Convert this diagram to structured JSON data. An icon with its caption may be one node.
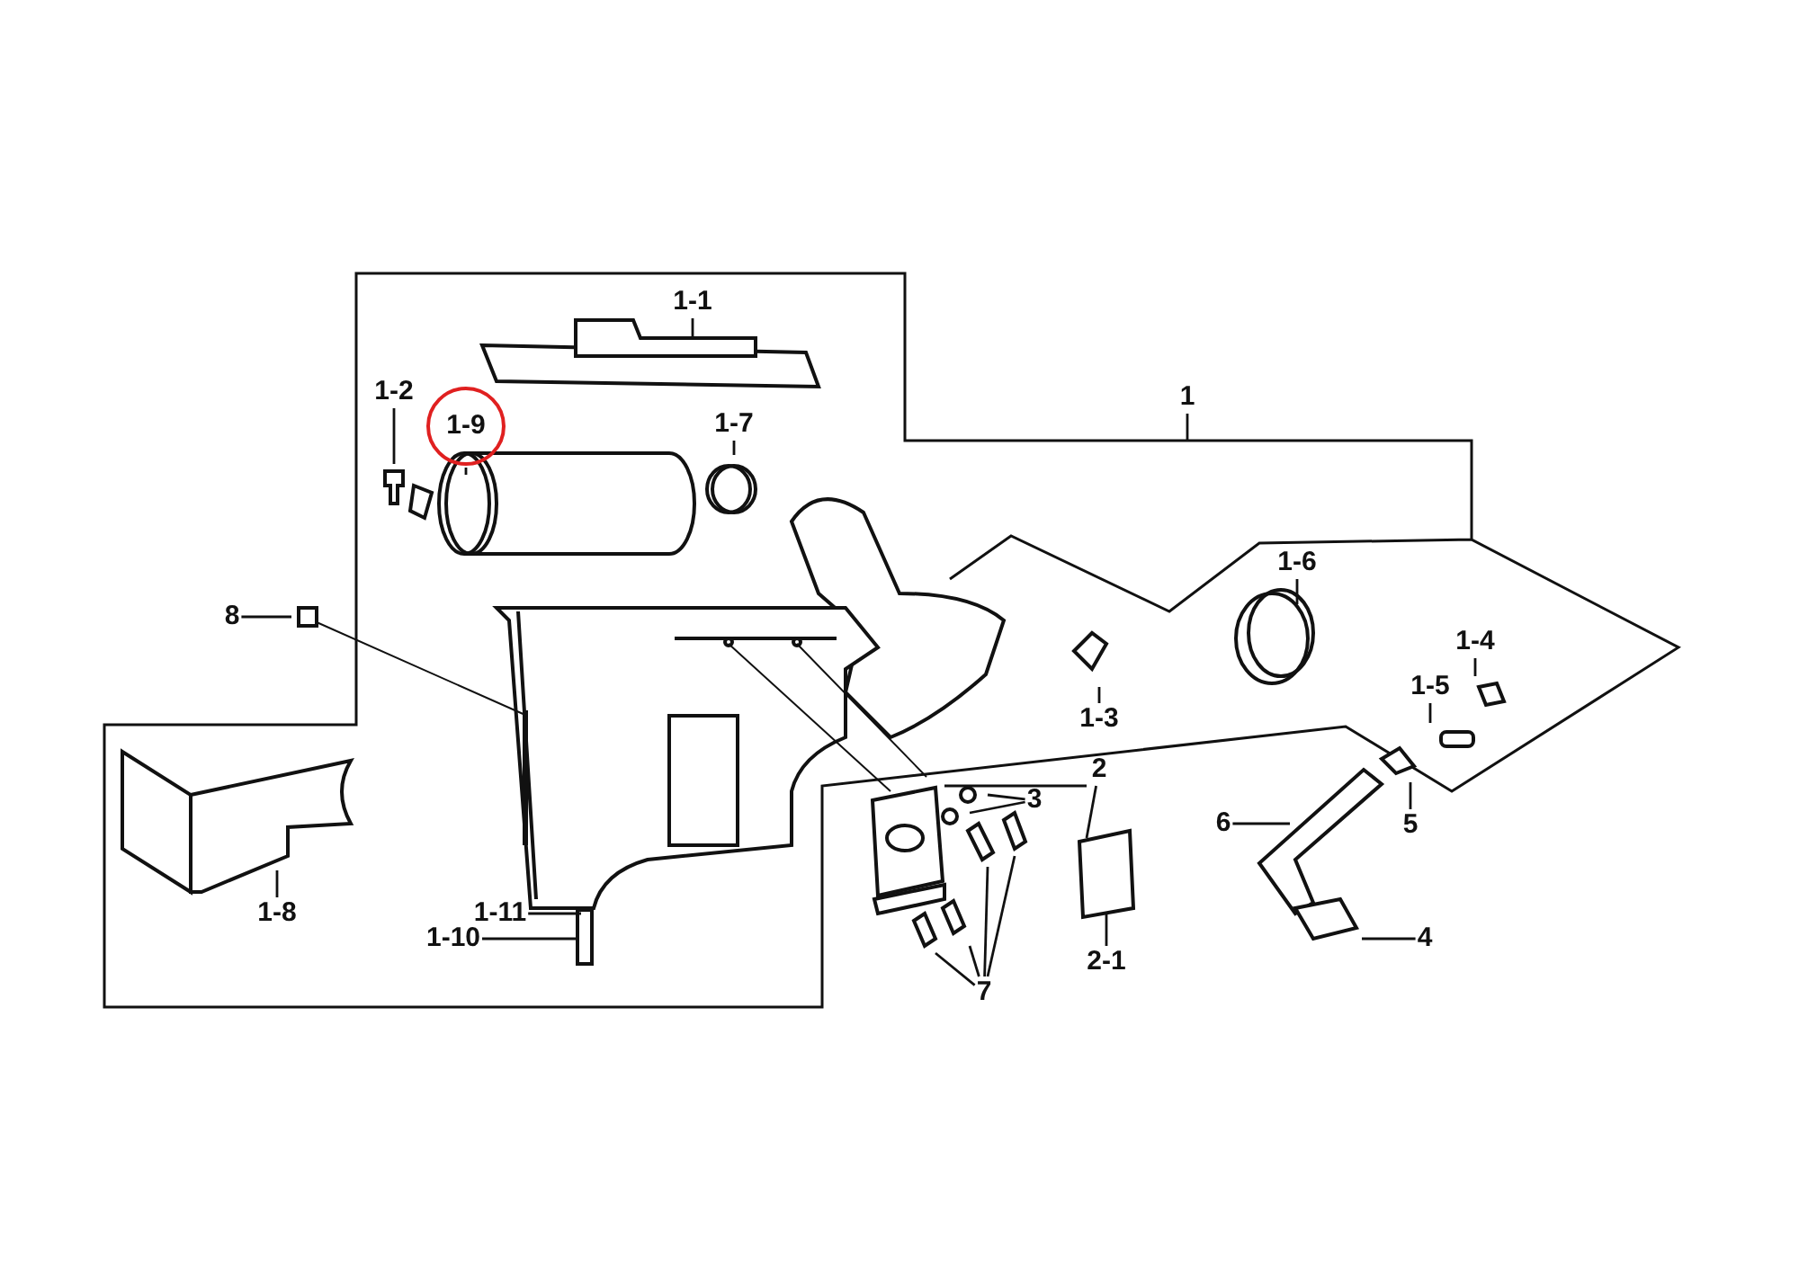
{
  "diagram": {
    "nodes": [
      {
        "text": [
          "1-1"
        ]
      },
      {
        "text": [
          "1"
        ]
      },
      {
        "text": [
          "1-2"
        ]
      },
      {
        "text": [
          "1-9"
        ]
      },
      {
        "text": [
          "1-7"
        ]
      },
      {
        "text": [
          "1-6"
        ]
      },
      {
        "text": [
          "8"
        ]
      },
      {
        "text": [
          "1-4"
        ]
      },
      {
        "text": [
          "1-5"
        ]
      },
      {
        "text": [
          "1-3"
        ]
      },
      {
        "text": [
          "3"
        ]
      },
      {
        "text": [
          "2"
        ]
      },
      {
        "text": [
          "6"
        ]
      },
      {
        "text": [
          "5"
        ]
      },
      {
        "text": [
          "1-11"
        ]
      },
      {
        "text": [
          "1-10"
        ]
      },
      {
        "text": [
          "1-8"
        ]
      },
      {
        "text": [
          "4"
        ]
      },
      {
        "text": [
          "2-1"
        ]
      },
      {
        "text": [
          "7"
        ]
      }
    ],
    "edges": [
      {
        "from": 0,
        "to": null,
        "arrow": "none"
      },
      {
        "from": 1,
        "to": null,
        "arrow": "none"
      },
      {
        "from": 2,
        "to": null,
        "arrow": "none"
      },
      {
        "from": 3,
        "to": null,
        "arrow": "none"
      },
      {
        "from": 4,
        "to": null,
        "arrow": "none"
      },
      {
        "from": 5,
        "to": null,
        "arrow": "none"
      },
      {
        "from": 6,
        "to": null,
        "arrow": "none"
      },
      {
        "from": 7,
        "to": null,
        "arrow": "none"
      },
      {
        "from": 8,
        "to": null,
        "arrow": "none"
      },
      {
        "from": 9,
        "to": null,
        "arrow": "none"
      },
      {
        "from": 10,
        "to": null,
        "arrow": "none"
      },
      {
        "from": 10,
        "to": null,
        "arrow": "none"
      },
      {
        "from": 11,
        "to": null,
        "arrow": "none"
      },
      {
        "from": 12,
        "to": null,
        "arrow": "none"
      },
      {
        "from": 13,
        "to": null,
        "arrow": "none"
      },
      {
        "from": 14,
        "to": null,
        "arrow": "none"
      },
      {
        "from": 15,
        "to": null,
        "arrow": "none"
      },
      {
        "from": 16,
        "to": null,
        "arrow": "none"
      },
      {
        "from": 17,
        "to": null,
        "arrow": "none"
      },
      {
        "from": 18,
        "to": null,
        "arrow": "none"
      },
      {
        "from": 19,
        "to": null,
        "arrow": "none"
      },
      {
        "from": 19,
        "to": null,
        "arrow": "none"
      },
      {
        "from": 19,
        "to": null,
        "arrow": "none"
      },
      {
        "from": 19,
        "to": null,
        "arrow": "none"
      }
    ]
  }
}
